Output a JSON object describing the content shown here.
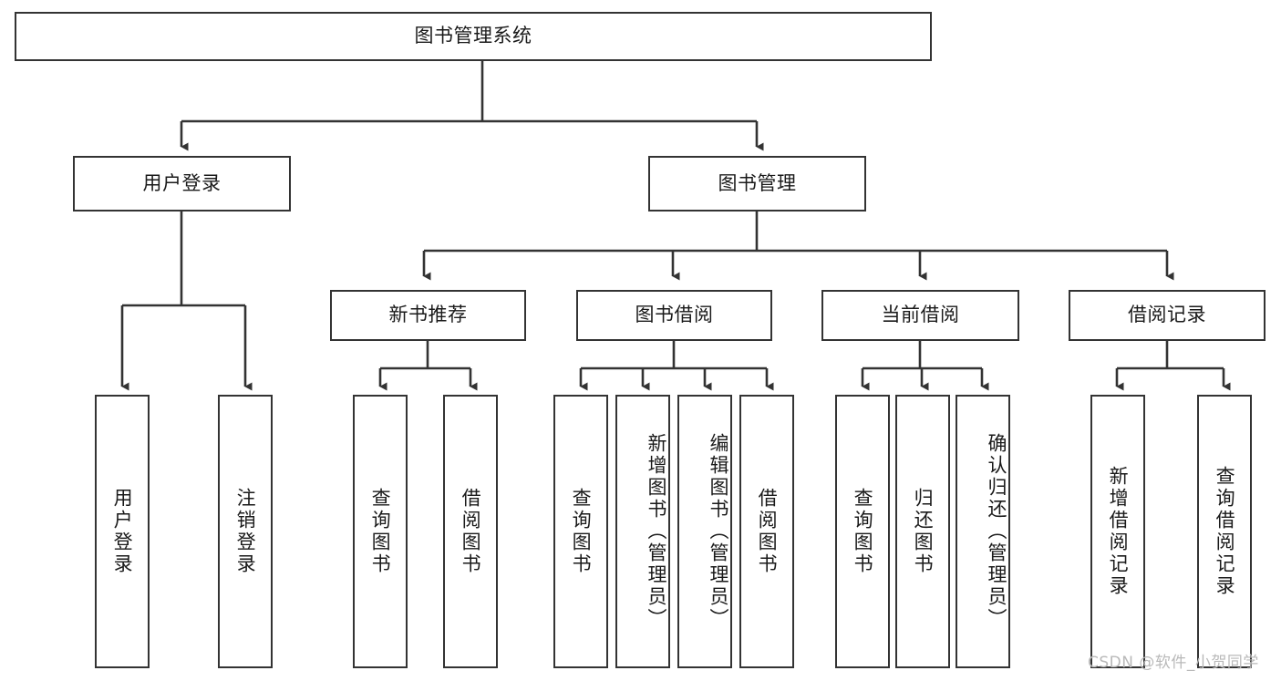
{
  "diagram": {
    "title": "图书管理系统",
    "type": "tree-hierarchy-diagram",
    "watermark": "CSDN @软件_小贺同学",
    "colors": {
      "box_border": "#333333",
      "box_fill": "#ffffff",
      "connector": "#333333",
      "text": "#1a1a1a",
      "watermark": "#b9b9b9"
    },
    "root": {
      "id": "root",
      "label": "图书管理系统"
    },
    "level2": [
      {
        "id": "user-login",
        "label": "用户登录"
      },
      {
        "id": "book-management",
        "label": "图书管理"
      }
    ],
    "level3": [
      {
        "id": "new-book-recommend",
        "label": "新书推荐"
      },
      {
        "id": "book-borrow",
        "label": "图书借阅"
      },
      {
        "id": "current-borrow",
        "label": "当前借阅"
      },
      {
        "id": "borrow-record",
        "label": "借阅记录"
      }
    ],
    "leaves": {
      "user_login": [
        {
          "id": "leaf-user-login",
          "label": "用户登录"
        },
        {
          "id": "leaf-logout-login",
          "label": "注销登录"
        }
      ],
      "new_book_recommend": [
        {
          "id": "leaf-query-book-1",
          "label": "查询图书"
        },
        {
          "id": "leaf-borrow-book-1",
          "label": "借阅图书"
        }
      ],
      "book_borrow": [
        {
          "id": "leaf-query-book-2",
          "label": "查询图书"
        },
        {
          "id": "leaf-add-book",
          "label": "新增图书（管理员）"
        },
        {
          "id": "leaf-edit-book",
          "label": "编辑图书（管理员）"
        },
        {
          "id": "leaf-borrow-book-2",
          "label": "借阅图书"
        }
      ],
      "current_borrow": [
        {
          "id": "leaf-query-book-3",
          "label": "查询图书"
        },
        {
          "id": "leaf-return-book",
          "label": "归还图书"
        },
        {
          "id": "leaf-confirm-return",
          "label": "确认归还（管理员）"
        }
      ],
      "borrow_record": [
        {
          "id": "leaf-add-borrow-record",
          "label": "新增借阅记录"
        },
        {
          "id": "leaf-query-borrow-record",
          "label": "查询借阅记录"
        }
      ]
    }
  }
}
